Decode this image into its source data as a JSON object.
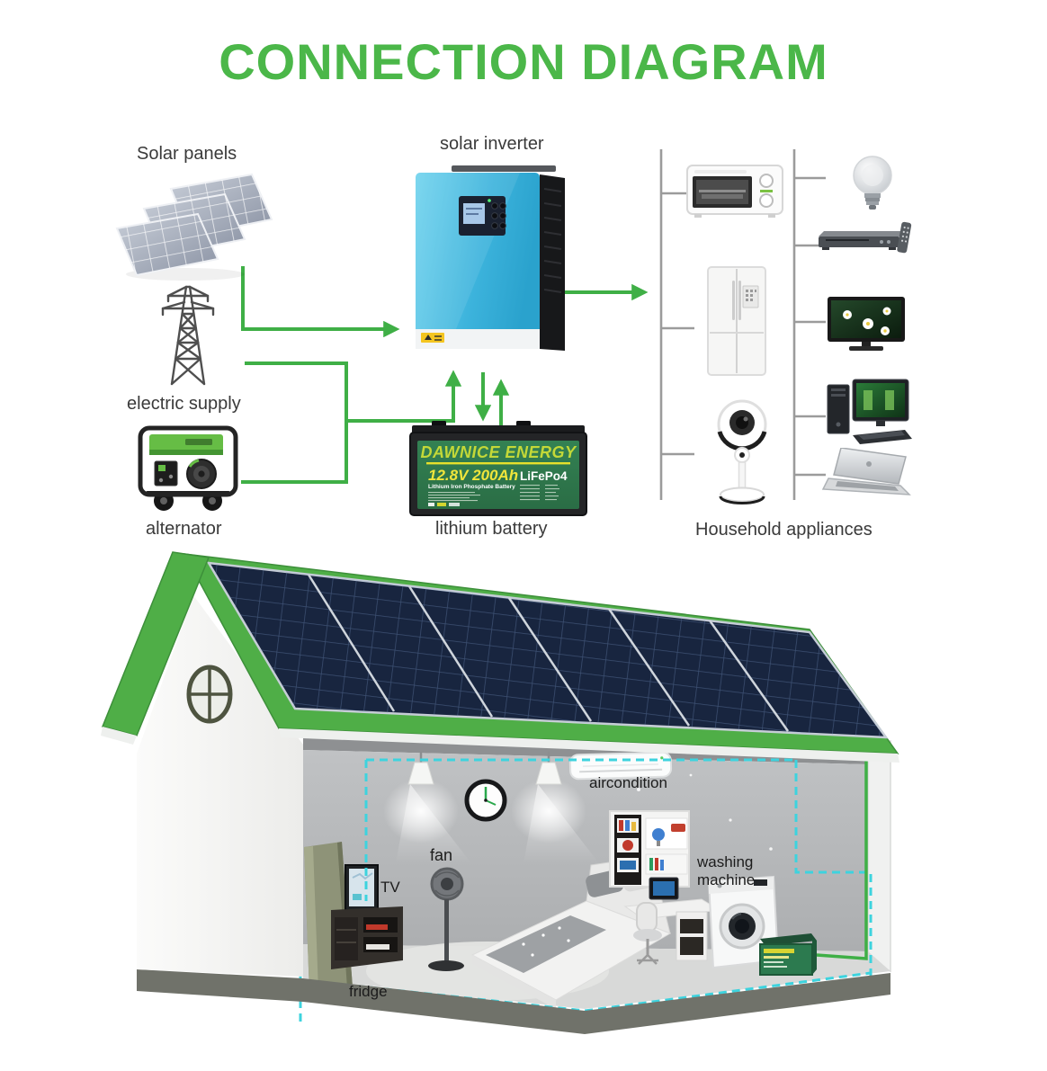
{
  "title": {
    "text": "CONNECTION DIAGRAM"
  },
  "sections": {
    "solar_panels": "Solar panels",
    "solar_inverter": "solar inverter",
    "electric_supply": "electric supply",
    "alternator": "alternator",
    "lithium_battery": "lithium battery",
    "household_appliances": "Household appliances"
  },
  "battery_label": {
    "brand": "DAWNICE ENERGY",
    "rating": "12.8V 200Ah",
    "chemistry": "LiFePo4",
    "type": "Lithium Iron Phosphate Battery"
  },
  "house": {
    "aircondition": "aircondition",
    "fan": "fan",
    "tv": "TV",
    "fridge": "fridge",
    "washing_machine": "washing machine"
  },
  "appliance_icons": {
    "left_column": [
      "toaster-oven",
      "refrigerator",
      "security-camera"
    ],
    "right_column": [
      "light-bulb",
      "dvd-player",
      "television",
      "desktop-computer",
      "laptop"
    ]
  },
  "colors": {
    "title_green": "#4bb749",
    "wire_green": "#3faf46",
    "appliance_bus_gray": "#9b9b9b",
    "house_wire_cyan": "#3dd3de",
    "inverter_blue": "#45bbe0",
    "battery_label_green": "#2e7b50",
    "battery_rating_yellow": "#f0e53b",
    "battery_brand_yellowgreen": "#c3d838",
    "roof_green": "#4fae47",
    "solar_panel_navy": "#18253f"
  }
}
